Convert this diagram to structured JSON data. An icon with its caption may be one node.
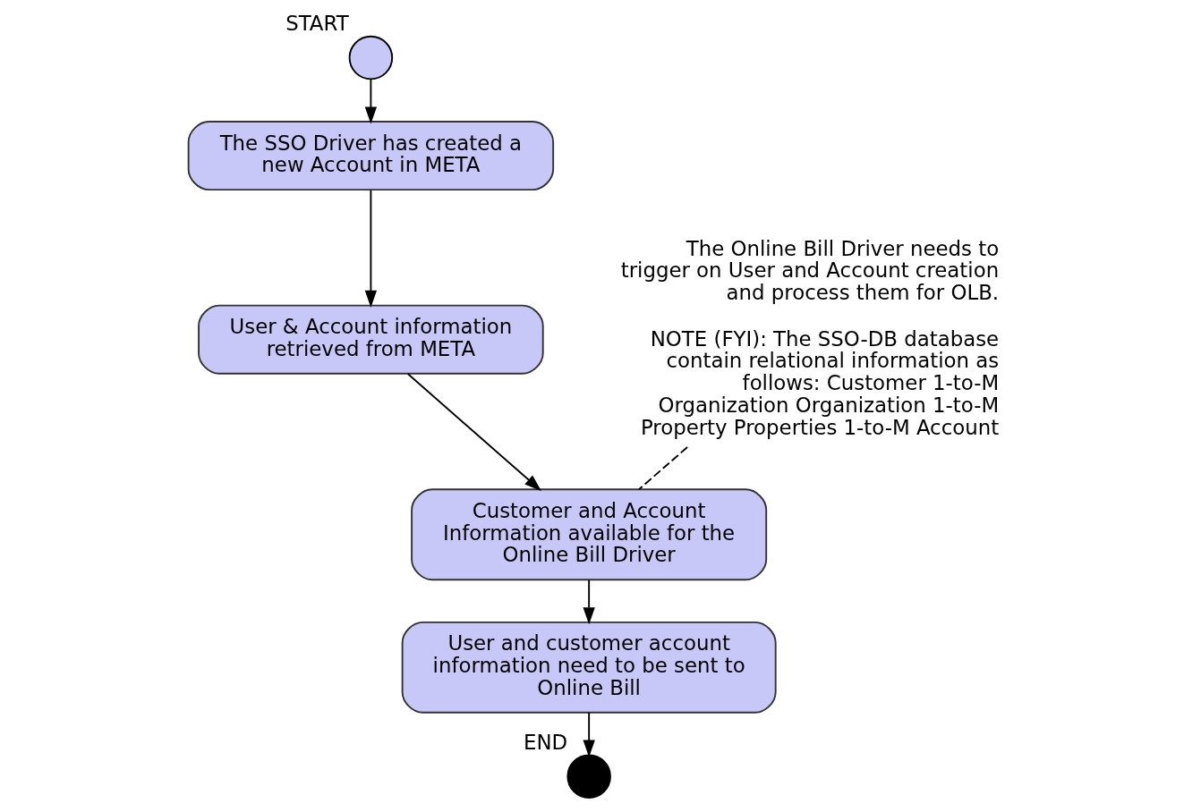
{
  "diagram": {
    "nodes": [
      {
        "text": [],
        "shape": "circle",
        "beside": [
          "START"
        ]
      },
      {
        "text": [
          "The SSO Driver has created a new Account in META"
        ]
      },
      {
        "text": [
          "User & Account information retrieved from META"
        ]
      },
      {
        "text": [
          "Customer and Account Information available for the Online Bill Driver"
        ]
      },
      {
        "text": [
          "User and customer account information need to be sent to Online Bill"
        ]
      },
      {
        "text": [],
        "shape": "circle",
        "beside": [
          "END"
        ]
      },
      {
        "text": [
          "The Online Bill Driver needs to trigger on User and Account creation and process them for OLB.",
          "NOTE (FYI): The SSO-DB database contain relational information as follows: Customer 1-to-M Organization Organization 1-to-M Property Properties 1-to-M Account"
        ]
      }
    ],
    "edges": [
      {
        "from": 0,
        "to": 1,
        "arrow": "to"
      },
      {
        "from": 1,
        "to": 2,
        "arrow": "to"
      },
      {
        "from": 2,
        "to": 3,
        "arrow": "to"
      },
      {
        "from": 3,
        "to": 4,
        "arrow": "to"
      },
      {
        "from": 4,
        "to": 5,
        "arrow": "to"
      },
      {
        "from": 6,
        "to": 3,
        "arrow": "none",
        "style": "dashed"
      }
    ]
  }
}
